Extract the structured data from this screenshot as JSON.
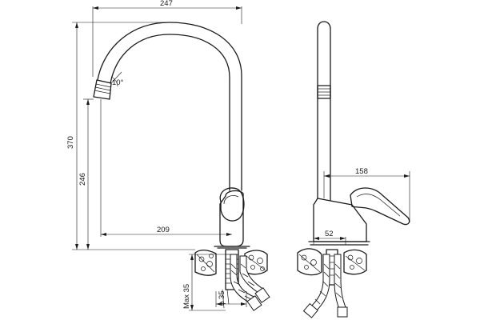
{
  "dimensions": {
    "overall_width": "247",
    "overall_height": "370",
    "spout_outlet_height": "246",
    "spout_reach": "209",
    "angle": "10°",
    "max_deck_thickness": "Max 35",
    "mount_hole_diameter": "ϕ 35",
    "side_projection": "158",
    "base_depth": "52"
  }
}
